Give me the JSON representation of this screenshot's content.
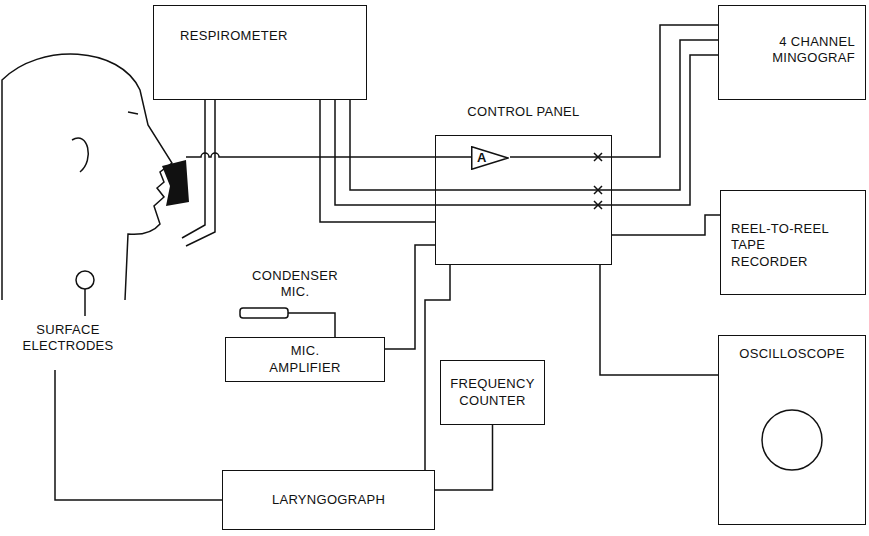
{
  "diagram": {
    "nodes": [
      {
        "text": [
          "RESPIROMETER"
        ]
      },
      {
        "text": [
          "4 CHANNEL MINGOGRAF"
        ]
      },
      {
        "text": [
          "CONTROL PANEL"
        ]
      },
      {
        "text": [
          "A"
        ],
        "in": 2
      },
      {
        "text": [
          "REEL-TO-REEL TAPE RECORDER"
        ]
      },
      {
        "text": [
          "MIC. AMPLIFIER"
        ]
      },
      {
        "text": [
          "FREQUENCY COUNTER"
        ]
      },
      {
        "text": [
          "OSCILLOSCOPE"
        ]
      },
      {
        "text": [
          "LARYNGOGRAPH"
        ]
      }
    ],
    "edges": [
      {
        "from": 0,
        "to": 1,
        "arrow": "none"
      },
      {
        "from": 0,
        "to": 1,
        "arrow": "none"
      },
      {
        "from": 0,
        "to": 2,
        "arrow": "none"
      },
      {
        "from": 5,
        "to": 2,
        "arrow": "none"
      },
      {
        "from": 2,
        "to": 1,
        "arrow": "none"
      },
      {
        "from": 2,
        "to": 4,
        "arrow": "none"
      },
      {
        "from": 2,
        "to": 7,
        "arrow": "none"
      },
      {
        "from": 8,
        "to": 6,
        "arrow": "none"
      },
      {
        "from": 8,
        "to": 2,
        "arrow": "none"
      }
    ],
    "labels": [
      "CONDENSER MIC.",
      "SURFACE ELECTRODES"
    ]
  }
}
